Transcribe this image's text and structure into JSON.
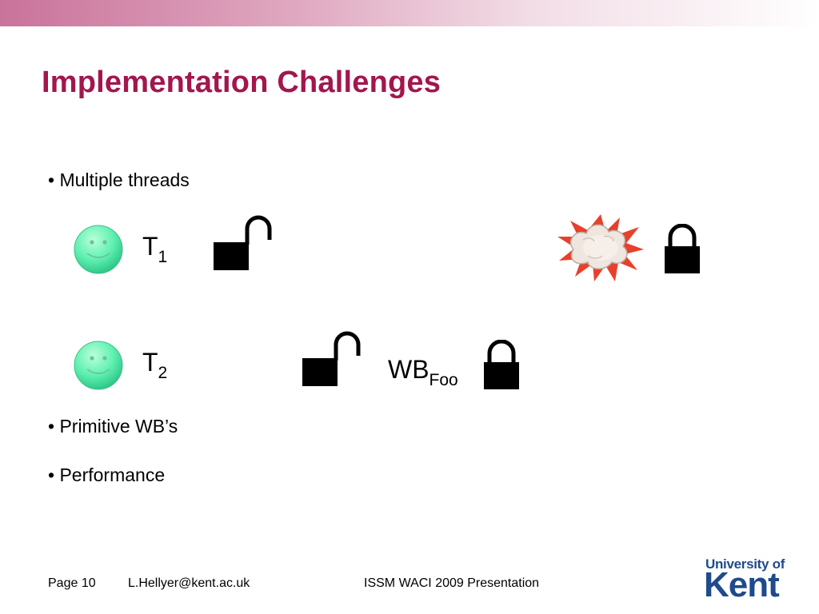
{
  "slide": {
    "title": "Implementation Challenges",
    "bullets": [
      "• Multiple threads",
      "• Primitive WB’s",
      "• Performance"
    ]
  },
  "diagram": {
    "thread1": {
      "base": "T",
      "sub": "1"
    },
    "thread2": {
      "base": "T",
      "sub": "2"
    },
    "barrier": {
      "base": "WB",
      "sub": "Foo"
    },
    "colors": {
      "smiley": "#5ef0b0",
      "lock": "#000000",
      "explosion": "#e8402a"
    },
    "icons": [
      "smiley-icon",
      "lock-open-icon",
      "lock-closed-icon",
      "explosion-icon"
    ]
  },
  "footer": {
    "page": "Page 10",
    "email": "L.Hellyer@kent.ac.uk",
    "event": "ISSM WACI 2009 Presentation"
  },
  "logo": {
    "line1": "University of",
    "line2": "Kent",
    "color": "#1f4a8c"
  },
  "theme": {
    "accent": "#a3164d",
    "bar": "#c9739a"
  }
}
